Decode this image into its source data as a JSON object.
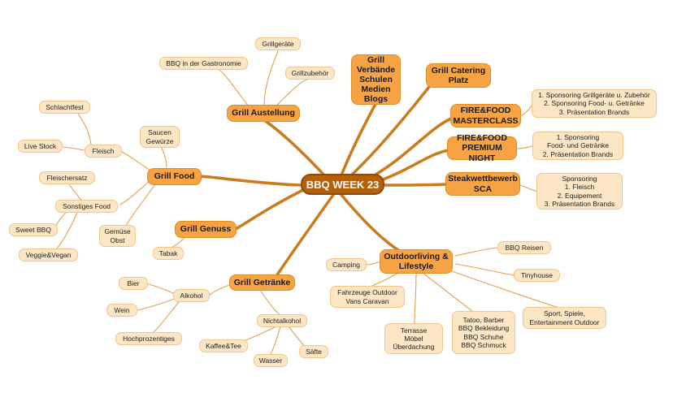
{
  "center": "BBQ WEEK 23",
  "colors": {
    "center": "#b4600a",
    "main": "#f5a343",
    "leaf": "#fde6c4",
    "branch": "#cc7a1c"
  },
  "main_topics": {
    "grill_austellung": "Grill Austellung",
    "grill_verbaende": "Grill\nVerbände\nSchulen\nMedien\nBlogs",
    "grill_catering": "Grill Catering\nPlatz",
    "masterclass": "FIRE&FOOD\nMASTERCLASS",
    "premium_night": "FIRE&FOOD\nPREMIUM NIGHT",
    "steakwettbewerb": "Steakwettbewerb\nSCA",
    "grill_food": "Grill Food",
    "grill_genuss": "Grill Genuss",
    "grill_getraenke": "Grill Getränke",
    "outdoorliving": "Outdoorliving &\nLifestyle"
  },
  "sub_topics": {
    "grillgeraete": "Grillgeräte",
    "bbq_gastronomie": "BBQ in der Gastronomie",
    "grillzubehoer": "Grillzubehör",
    "masterclass_sponsoring": "1. Sponsoring Grillgeräte u. Zubehör\n2. Sponsoring Food- u. Getränke\n3. Präsentation Brands",
    "premium_sponsoring": "1. Sponsoring\nFood- und Getränke\n2. Präsentation Brands",
    "steak_sponsoring": "Sponsoring\n1. Fleisch\n2. Equipement\n3. Präsentation Brands",
    "schlachtfest": "Schlachtfest",
    "live_stock": "Live Stock",
    "fleisch": "Fleisch",
    "saucen": "Saucen\nGewürze",
    "fleischersatz": "Fleischersatz",
    "sonstiges_food": "Sonstiges Food",
    "sweet_bbq": "Sweet BBQ",
    "veggie": "Veggie&Vegan",
    "gemuese": "Gemüse\nObst",
    "tabak": "Tabak",
    "bier": "Bier",
    "alkohol": "Alkohol",
    "wein": "Wein",
    "hochprozentiges": "Hochprozentiges",
    "nichtalkohol": "Nichtalkohol",
    "kaffee": "Kaffee&Tee",
    "wasser": "Wasser",
    "saefte": "Säfte",
    "camping": "Camping",
    "bbq_reisen": "BBQ Reisen",
    "tinyhouse": "Tinyhouse",
    "fahrzeuge": "Fahrzeuge Outdoor\nVans Caravan",
    "terrasse": "Terrasse\nMöbel\nÜberdachung",
    "tatoo": "Tatoo, Barber\nBBQ Bekleidung\nBBQ Schuhe\nBBQ Schmuck",
    "sport": "Sport, Spiele,\nEntertainment Outdoor"
  }
}
